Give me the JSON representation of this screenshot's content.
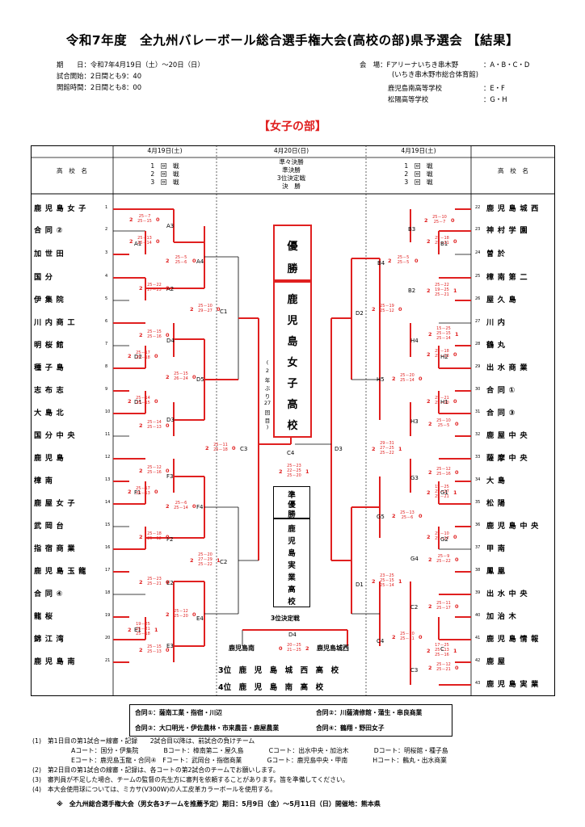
{
  "title": "令和7年度　全九州バレーボール総合選手権大会(高校の部)県予選会 【結果】",
  "header_info": {
    "period": "期　　日：令和7年4月19日（土）～20日（日）",
    "start": "試合開始：2日間とも9：40",
    "open": "開館時間：2日間とも8：00",
    "venue_label": "会　場：Fアリーナいちき串木野",
    "venue_sub": "(いちき串木野市総合体育館)",
    "venue_courts": "：A・B・C・D",
    "venue2": "鹿児島南高等学校",
    "venue2_courts": "：E・F",
    "venue3": "松陽高等学校",
    "venue3_courts": "：G・H"
  },
  "section_title": "【女子の部】",
  "table_header": {
    "date_left": "4月19日(土)",
    "date_center": "4月20日(日)",
    "date_right": "4月19日(土)",
    "school_label": "高　校　名",
    "rounds_left": [
      "1　回　戦",
      "2　回　戦",
      "3　回　戦"
    ],
    "rounds_center": [
      "準々決勝",
      "準決勝",
      "3位決定戦",
      "決　勝"
    ],
    "rounds_right": [
      "1　回　戦",
      "2　回　戦",
      "3　回　戦"
    ]
  },
  "teams_left": [
    {
      "no": "1",
      "name": "鹿児島女子"
    },
    {
      "no": "2",
      "name": "合同②"
    },
    {
      "no": "3",
      "name": "加世田"
    },
    {
      "no": "4",
      "name": "国分"
    },
    {
      "no": "5",
      "name": "伊集院"
    },
    {
      "no": "6",
      "name": "川内商工"
    },
    {
      "no": "7",
      "name": "明桜館"
    },
    {
      "no": "8",
      "name": "種子島"
    },
    {
      "no": "9",
      "name": "志布志"
    },
    {
      "no": "10",
      "name": "大島北"
    },
    {
      "no": "11",
      "name": "国分中央"
    },
    {
      "no": "12",
      "name": "鹿児島"
    },
    {
      "no": "13",
      "name": "樟南"
    },
    {
      "no": "14",
      "name": "鹿屋女子"
    },
    {
      "no": "15",
      "name": "武岡台"
    },
    {
      "no": "16",
      "name": "指宿商業"
    },
    {
      "no": "17",
      "name": "鹿児島玉龍"
    },
    {
      "no": "18",
      "name": "合同④"
    },
    {
      "no": "19",
      "name": "龍桜"
    },
    {
      "no": "20",
      "name": "錦江湾"
    },
    {
      "no": "21",
      "name": "鹿児島南"
    }
  ],
  "teams_right": [
    {
      "no": "22",
      "name": "鹿児島城西"
    },
    {
      "no": "23",
      "name": "神村学園"
    },
    {
      "no": "24",
      "name": "曽於"
    },
    {
      "no": "25",
      "name": "樟南第二"
    },
    {
      "no": "26",
      "name": "屋久島"
    },
    {
      "no": "27",
      "name": "川内"
    },
    {
      "no": "28",
      "name": "鶴丸"
    },
    {
      "no": "29",
      "name": "出水商業"
    },
    {
      "no": "30",
      "name": "合同①"
    },
    {
      "no": "31",
      "name": "合同③"
    },
    {
      "no": "32",
      "name": "鹿屋中央"
    },
    {
      "no": "33",
      "name": "薩摩中央"
    },
    {
      "no": "34",
      "name": "大島"
    },
    {
      "no": "35",
      "name": "松陽"
    },
    {
      "no": "36",
      "name": "鹿児島中央"
    },
    {
      "no": "37",
      "name": "甲南"
    },
    {
      "no": "38",
      "name": "鳳凰"
    },
    {
      "no": "39",
      "name": "出水中央"
    },
    {
      "no": "40",
      "name": "加治木"
    },
    {
      "no": "41",
      "name": "鹿児島情報"
    },
    {
      "no": "42",
      "name": "鹿屋"
    },
    {
      "no": "43",
      "name": "鹿児島実業"
    }
  ],
  "matches": {
    "A1": {
      "label": "A1",
      "score": "25－13\n25－14",
      "w": "2",
      "l": "0"
    },
    "A2": {
      "label": "A2",
      "score": "25－22\n27－25",
      "w": "2",
      "l": "0"
    },
    "A3": {
      "label": "A3",
      "score": "25－7\n25－15",
      "w": "2",
      "l": "0"
    },
    "A4": {
      "label": "A4",
      "score": "25－5\n25－6",
      "w": "2",
      "l": "0"
    },
    "C1": {
      "label": "C1",
      "score": "25－10\n29－27",
      "w": "2",
      "l": "0"
    },
    "D1": {
      "label": "D1",
      "score": "25－14\n25－15",
      "w": "2",
      "l": "0"
    },
    "D2": {
      "label": "D2",
      "score": "25－17\n25－18",
      "w": "2",
      "l": "0"
    },
    "D3": {
      "label": "D3",
      "score": "25－14\n25－13",
      "w": "2",
      "l": "0"
    },
    "D4": {
      "label": "D4",
      "score": "25－15\n25－16",
      "w": "2",
      "l": "0"
    },
    "D5": {
      "label": "D5",
      "score": "25－15\n26－24",
      "w": "2",
      "l": "0"
    },
    "C3": {
      "label": "C3",
      "score": "25－11\n25－18",
      "w": "2",
      "l": "0"
    },
    "F1": {
      "label": "F1",
      "score": "25－17\n25－13",
      "w": "2",
      "l": "0"
    },
    "F2": {
      "label": "F2",
      "score": "25－18\n25－12",
      "w": "2",
      "l": "0"
    },
    "F3": {
      "label": "F3",
      "score": "25－12\n25－16",
      "w": "2",
      "l": "0"
    },
    "F4": {
      "label": "F4",
      "score": "25－6\n25－14",
      "w": "2",
      "l": "0"
    },
    "C2": {
      "label": "C2",
      "score": "25－20\n27－29\n25－22",
      "w": "2",
      "l": "1"
    },
    "E1": {
      "label": "E1",
      "score": "19－25\n25－21\n25－18",
      "w": "2",
      "l": "1"
    },
    "E2": {
      "label": "E2",
      "score": "25－23\n25－21",
      "w": "2",
      "l": "0"
    },
    "E3": {
      "label": "E3",
      "score": "25－15\n25－13",
      "w": "2",
      "l": "0"
    },
    "E4": {
      "label": "E4",
      "score": "25－12\n25－20",
      "w": "2",
      "l": "0"
    },
    "B1": {
      "label": "B1",
      "score": "25－18\n25－21",
      "w": "2",
      "l": "0"
    },
    "B2": {
      "label": "B2",
      "score": "25－22\n19－25\n25－21",
      "w": "2",
      "l": "1"
    },
    "B3": {
      "label": "B3",
      "score": "25－10\n25－7",
      "w": "2",
      "l": "0"
    },
    "B4": {
      "label": "B4",
      "score": "25－5\n25－5",
      "w": "2",
      "l": "0"
    },
    "D2R": {
      "label": "D2",
      "score": "25－19\n25－12",
      "w": "2",
      "l": "0"
    },
    "H1": {
      "label": "H1",
      "score": "25－21\n25－10",
      "w": "2",
      "l": "0"
    },
    "H2": {
      "label": "H2",
      "score": "25－18\n25－13",
      "w": "2",
      "l": "0"
    },
    "H3": {
      "label": "H3",
      "score": "25－10\n25－5",
      "w": "2",
      "l": "0"
    },
    "H4": {
      "label": "H4",
      "score": "15－25\n25－15\n25－14",
      "w": "2",
      "l": "1"
    },
    "H5": {
      "label": "H5",
      "score": "25－20\n25－14",
      "w": "2",
      "l": "0"
    },
    "D3R": {
      "label": "D3",
      "score": "29－31\n27－25\n25－22",
      "w": "2",
      "l": "1"
    },
    "G1": {
      "label": "G1",
      "score": "15－25\n25－17\n25－21",
      "w": "2",
      "l": "1"
    },
    "G2": {
      "label": "G2",
      "score": "25－10\n25－17",
      "w": "2",
      "l": "0"
    },
    "G3": {
      "label": "G3",
      "score": "25－12\n25－16",
      "w": "2",
      "l": "0"
    },
    "G4": {
      "label": "G4",
      "score": "25－9\n25－22",
      "w": "2",
      "l": "0"
    },
    "G5": {
      "label": "G5",
      "score": "25－13\n25－6",
      "w": "2",
      "l": "0"
    },
    "D1R": {
      "label": "D1",
      "score": "23－25\n25－15\n25－14",
      "w": "2",
      "l": "1"
    },
    "C2R": {
      "label": "C2",
      "score": "25－11\n25－17",
      "w": "2",
      "l": "0"
    },
    "C4R": {
      "label": "C4",
      "score": "25－20\n25－11",
      "w": "2",
      "l": "0"
    },
    "C1R": {
      "label": "C",
      "score": "17－25\n25－13\n25－16",
      "w": "2",
      "l": "1"
    },
    "C3R": {
      "label": "C3",
      "score": "25－12\n25－21",
      "w": "2",
      "l": "0"
    },
    "FINAL": {
      "label": "C4",
      "score": "25－23\n22－25\n25－20",
      "w": "2",
      "l": "1"
    },
    "THIRD": {
      "label": "D4",
      "score": "20－25\n21－25",
      "w": "0",
      "l": "2"
    }
  },
  "champion": {
    "label_chars": [
      "優",
      "勝"
    ],
    "name_chars": [
      "鹿",
      "児",
      "島",
      "女",
      "子",
      "高",
      "校"
    ],
    "note_chars": [
      "(",
      "2",
      "年",
      "ぶ",
      "り",
      "27",
      "回",
      "目",
      ")"
    ]
  },
  "runner_up": {
    "label_chars": [
      "準",
      "優",
      "勝"
    ],
    "name_chars": [
      "鹿",
      "児",
      "島",
      "実",
      "業",
      "高",
      "校"
    ]
  },
  "third_place_title": "3位決定戦",
  "third_left": "鹿児島南",
  "third_right": "鹿児島城西",
  "third_place_lines": [
    "3位　鹿　児　島　城　西　高　校",
    "4位　鹿　児　島　南　高　校"
  ],
  "combined_teams": {
    "g1": "合同①：薩南工業・指宿・川辺",
    "g2": "合同②：川薩清修館・蒲生・串良商業",
    "g3": "合同③：大口明光・伊佐農林・市来農芸・鹿屋農業",
    "g4": "合同④：鶴翔・野田女子"
  },
  "notes": [
    "(1)　第1日目の第1試合＝線審・記録　　2試合目以降は、前試合の負けチーム",
    "Aコート：国分・伊集院　　　　Bコート：樟南第二・屋久島　　　　Cコート：出水中央・加治木　　　　Dコート：明桜館・種子島",
    "Eコート：鹿児島玉龍・合同④　Fコート：武岡台・指宿商業　　　　Gコート：鹿児島中央・甲南　　　　Hコート：鶴丸・出水商業",
    "(2)　第2日目の第1試合の線審・記録は、各コートの第2試合のチームでお願いします。",
    "(3)　審判員が不足した場合、チームの監督の先生方に審判を依頼することがあります。笛を準備してください。",
    "(4)　本大会使用球については、ミカサ(V300W)の人工皮革カラーボールを使用する。"
  ],
  "footer": "※　全九州総合選手権大会（男女各3チームを推薦予定）期日：5月9日（金）～5月11日（日）開催地：熊本県",
  "colors": {
    "accent": "#e02020",
    "text": "#000000"
  }
}
